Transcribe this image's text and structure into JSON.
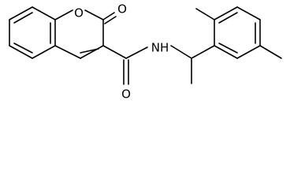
{
  "molecule": {
    "atoms": {
      "ring_oxygen": "O",
      "carbonyl_oxygen": "O",
      "amide_oxygen": "O",
      "amide_nitrogen": "NH"
    }
  }
}
